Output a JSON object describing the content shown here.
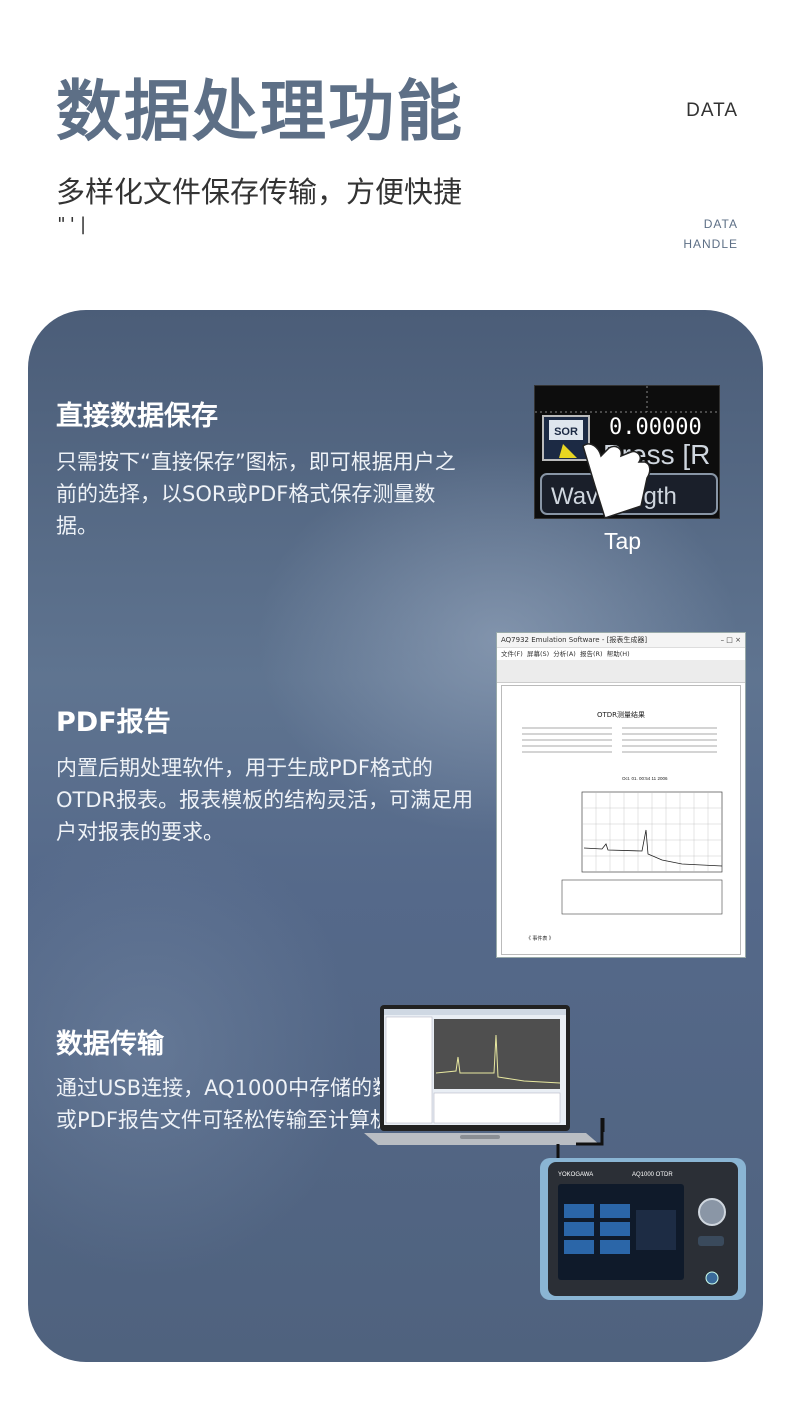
{
  "header": {
    "title": "数据处理功能",
    "english_top": "DATA",
    "subtitle": "多样化文件保存传输，方便快捷",
    "mark": "\"'|",
    "english_sub_1": "DATA",
    "english_sub_2": "HANDLE"
  },
  "sections": [
    {
      "title": "直接数据保存",
      "body": "只需按下“直接保存”图标，即可根据用户之前的选择，以SOR或PDF格式保存测量数据。",
      "image": {
        "sor_label": "SOR",
        "value": "0.00000",
        "press_text": "Press [R",
        "wave_text": "Wavelength",
        "caption": "Tap"
      }
    },
    {
      "title": "PDF报告",
      "body": "内置后期处理软件，用于生成PDF格式的OTDR报表。报表模板的结构灵活，可满足用户对报表的要求。",
      "image": {
        "window_title": "AQ7932 Emulation Software - [报表生成器]",
        "menu": [
          "文件(F)",
          "屏幕(S)",
          "分析(A)",
          "报告(R)",
          "帮助(H)"
        ],
        "report_title": "OTDR测量结果",
        "date": "Oct. 01. 00:54 11 2006",
        "footer": "《 事件表 》"
      }
    },
    {
      "title": "数据传输",
      "body": "通过USB连接，AQ1000中存储的数据文件或PDF报告文件可轻松传输至计算机。",
      "image": {
        "brand": "YOKOGAWA",
        "model": "AQ1000 OTDR"
      }
    }
  ],
  "colors": {
    "title": "#5d6f86",
    "card_bg": "#55698a",
    "white": "#ffffff"
  }
}
